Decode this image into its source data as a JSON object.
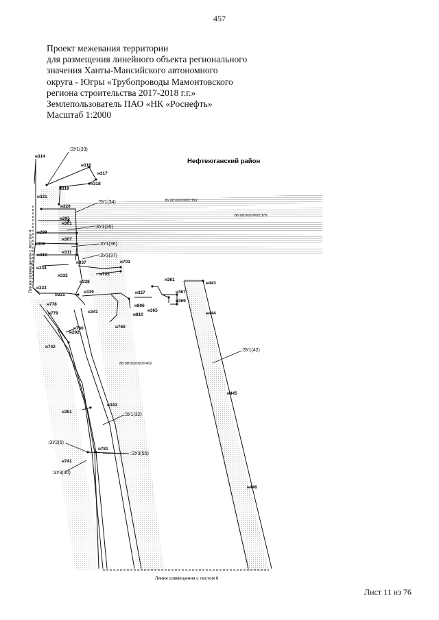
{
  "page_number": "457",
  "header_lines": [
    "Проект межевания территории",
    "для размещения линейного объекта регионального",
    "значения Ханты-Мансийского автономного",
    "округа - Югры «Трубопроводы Мамонтовского",
    "региона строительства 2017-2018 г.г.»",
    "Землепользователь ПАО «НК «Роснефть»",
    "Масштаб 1:2000"
  ],
  "map": {
    "district": "Нефтеюганский район",
    "match_line_left": "Линия совмещения с листом 4",
    "match_line_bottom": "Линия совмещения с листом 6",
    "cadastral_labels": [
      "86:08:0020903:359",
      "86:08:0020903:379",
      "86:08:0020903:402"
    ],
    "parcel_labels": [
      ":ЗУ1(33)",
      ":ЗУ1(34)",
      ":ЗУ1(35)",
      ":ЗУ1(36)",
      ":ЗУ3(37)",
      ":ЗУ1(42)",
      ":ЗУ1(32)",
      ":ЗУ2(6)",
      ":ЗУ3(55)",
      ":ЗУ3(40)"
    ],
    "points": [
      "н314",
      "н316",
      "н317",
      "н318",
      "н319",
      "н321",
      "н320",
      "н295",
      "н301",
      "н299",
      "н307",
      "н306",
      "н310",
      "н311",
      "н337",
      "н703",
      "н705",
      "н334",
      "н332",
      "н333",
      "н338",
      "н339",
      "н331",
      "н361",
      "н443",
      "н327",
      "н367",
      "н369",
      "н806",
      "н365",
      "н810",
      "н778",
      "н779",
      "н341",
      "н769",
      "н780",
      "н292",
      "н742",
      "н444",
      "н445",
      "н351",
      "н343",
      "н781",
      "н741",
      "н446"
    ],
    "ink_color": "#111111",
    "hatch_color": "#c4c4c4"
  },
  "sheet": "Лист 11 из 76"
}
